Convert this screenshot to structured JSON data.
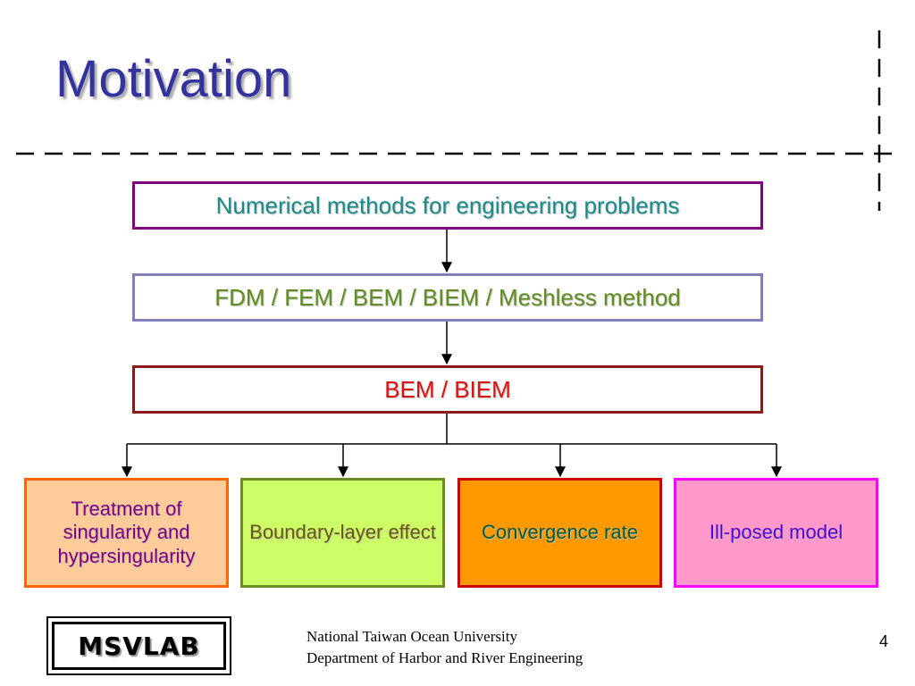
{
  "slide": {
    "title": "Motivation",
    "top_box": "Numerical methods for engineering problems",
    "methods_box": "FDM / FEM / BEM / BIEM / Meshless method",
    "bem_box": "BEM / BIEM",
    "topics": [
      "Treatment of singularity and hypersingularity",
      "Boundary-layer effect",
      "Convergence rate",
      "Ill-posed model"
    ]
  },
  "footer": {
    "logo": "MSVLAB",
    "university": "National Taiwan Ocean University",
    "department": "Department of Harbor and River Engineering",
    "page_number": "4"
  }
}
